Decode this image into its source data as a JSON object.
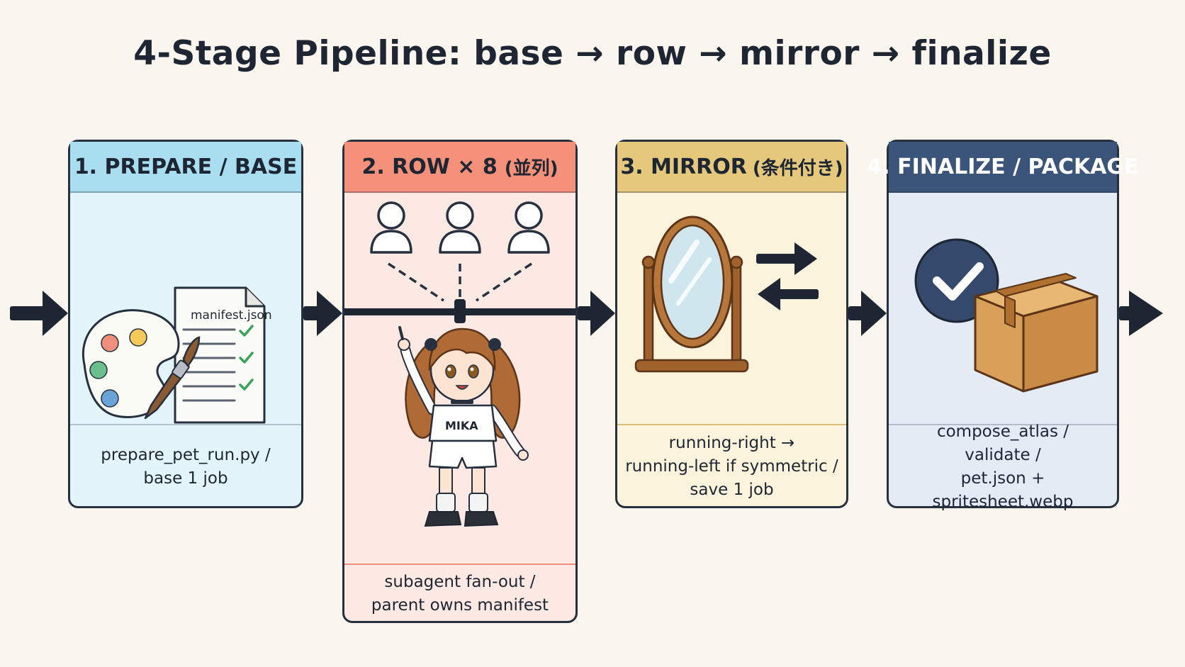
{
  "title": "4-Stage Pipeline: base → row → mirror → finalize",
  "stages": [
    {
      "heading": "1. PREPARE / BASE",
      "heading_color": "#a9def0",
      "document_label": "manifest.json",
      "icons": [
        "palette-icon",
        "brush-icon",
        "document-icon",
        "checkmark-icon"
      ],
      "caption": [
        "prepare_pet_run.py /",
        "base 1 job"
      ]
    },
    {
      "heading_main": "2. ROW × 8",
      "heading_sub": "(並列)",
      "heading_color": "#f5907a",
      "icons": [
        "person-icon",
        "person-icon",
        "person-icon",
        "fan-out-lines"
      ],
      "character_shirt_text": "MIKA",
      "caption": [
        "subagent fan-out /",
        "parent owns manifest"
      ]
    },
    {
      "heading_main": "3. MIRROR",
      "heading_sub": "(条件付き)",
      "heading_color": "#e6c87c",
      "icons": [
        "mirror-icon",
        "arrow-right-icon",
        "arrow-left-icon"
      ],
      "caption": [
        "running-right →",
        "running-left if symmetric /",
        "save 1 job"
      ]
    },
    {
      "heading": "4. FINALIZE / PACKAGE",
      "heading_color": "#3b5479",
      "icons": [
        "checkmark-circle-icon",
        "box-icon"
      ],
      "caption": [
        "compose_atlas /",
        "validate /",
        "pet.json + spritesheet.webp"
      ]
    }
  ],
  "colors": {
    "background": "#faf6ee",
    "ink": "#1e2633",
    "arrow": "#1e2633"
  }
}
